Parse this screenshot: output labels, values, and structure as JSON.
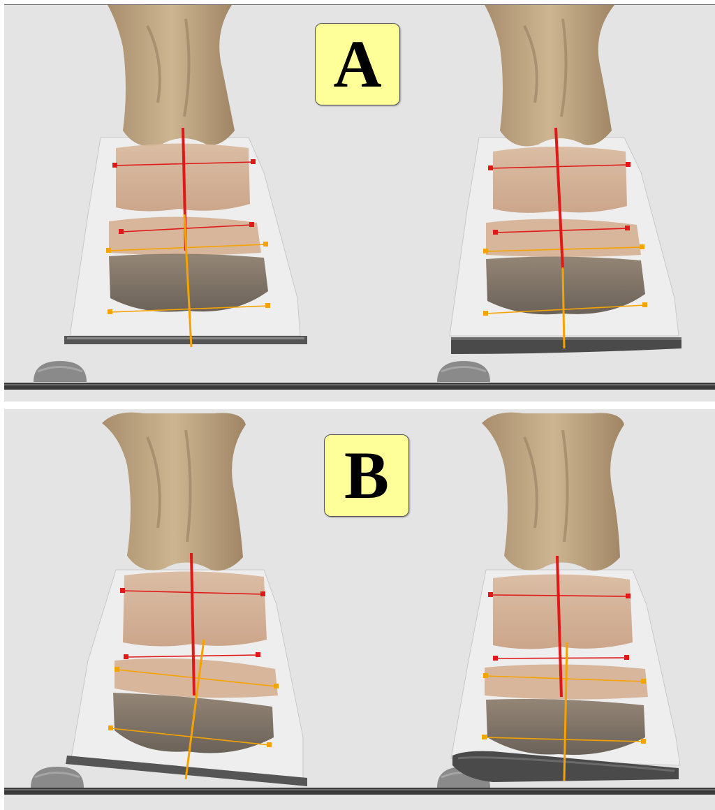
{
  "panels": [
    {
      "id": "A",
      "label": "A"
    },
    {
      "id": "B",
      "label": "B"
    }
  ],
  "colors": {
    "background": "#e4e4e4",
    "bone": "#c9b08e",
    "bone_shadow": "#8e7657",
    "hoof_wall": "#f0f0f0",
    "proximal_lines": "#e01818",
    "distal_lines": "#f5a300",
    "label_fill": "#ffff99",
    "ground": "#3a3a3a"
  }
}
